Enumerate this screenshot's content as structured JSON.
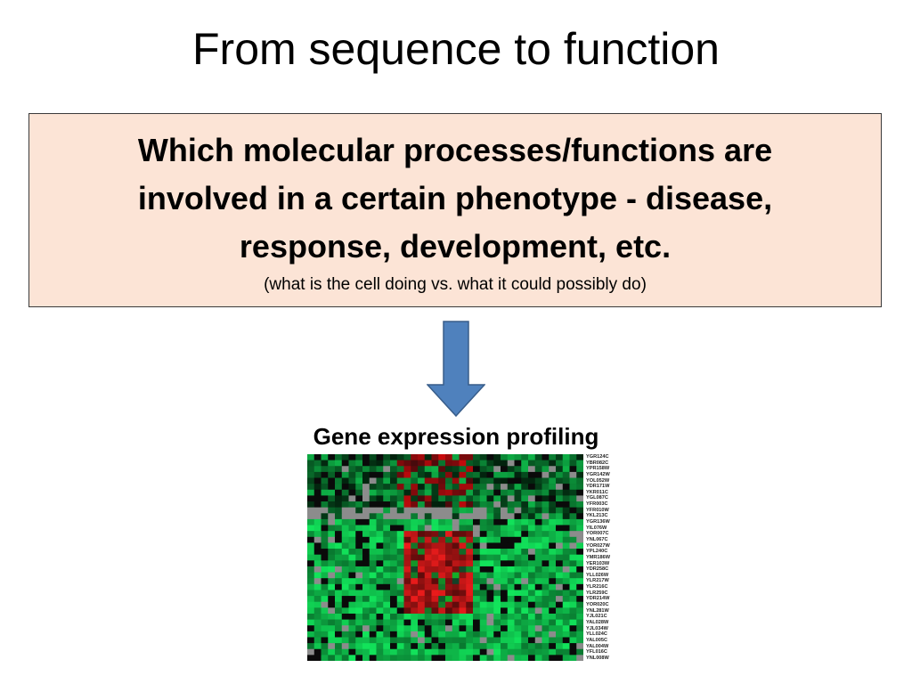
{
  "slide": {
    "title": "From sequence to function",
    "question_lines": [
      "Which molecular processes/functions are",
      "involved in a certain phenotype - disease,",
      "response, development, etc."
    ],
    "aside": "(what is the cell doing vs. what it could possibly do)",
    "caption": "Gene expression profiling"
  },
  "colors": {
    "box_background": "#fce4d6",
    "arrow_fill": "#4f81bd",
    "arrow_stroke": "#385d8a",
    "heatmap_green": "#18b85a",
    "heatmap_red": "#d8262c",
    "heatmap_grey": "#8c8c8c"
  },
  "icons": {
    "arrow": "down-arrow-icon"
  },
  "heatmap": {
    "gene_labels": [
      "YGR124C",
      "YBR082C",
      "YPR158W",
      "YGR142W",
      "YOL052W",
      "YDR171W",
      "YKR011C",
      "YGL087C",
      "YFR003C",
      "YFR010W",
      "YKL213C",
      "YGR136W",
      "YIL076W",
      "YOR007C",
      "YNL067C",
      "YOR027W",
      "YPL240C",
      "YMR186W",
      "YER103W",
      "YDR258C",
      "YLL026W",
      "YLR217W",
      "YLR216C",
      "YLR259C",
      "YDR214W",
      "YOR020C",
      "YNL281W",
      "YJL021C",
      "YAL028W",
      "YJL034W",
      "YLL024C",
      "YAL005C",
      "YAL004W",
      "YFL016C",
      "YNL008W"
    ]
  }
}
